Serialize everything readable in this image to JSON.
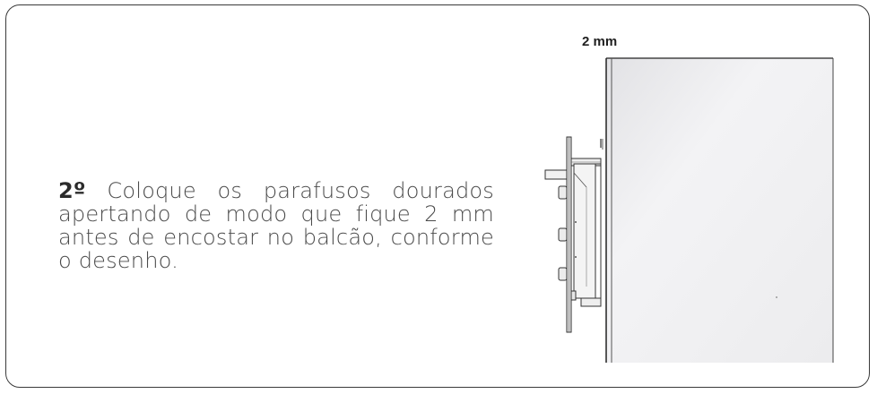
{
  "instruction": {
    "step": "2º",
    "text": " Coloque os parafusos dourados apertando de modo que fique 2 mm antes de encostar no balcão, conforme o desenho."
  },
  "drawing": {
    "dimension_label": "2 mm"
  },
  "colors": {
    "border": "#3a3a3a",
    "text": "#4a4a4a",
    "panel_fill": "#e9e9ec"
  }
}
